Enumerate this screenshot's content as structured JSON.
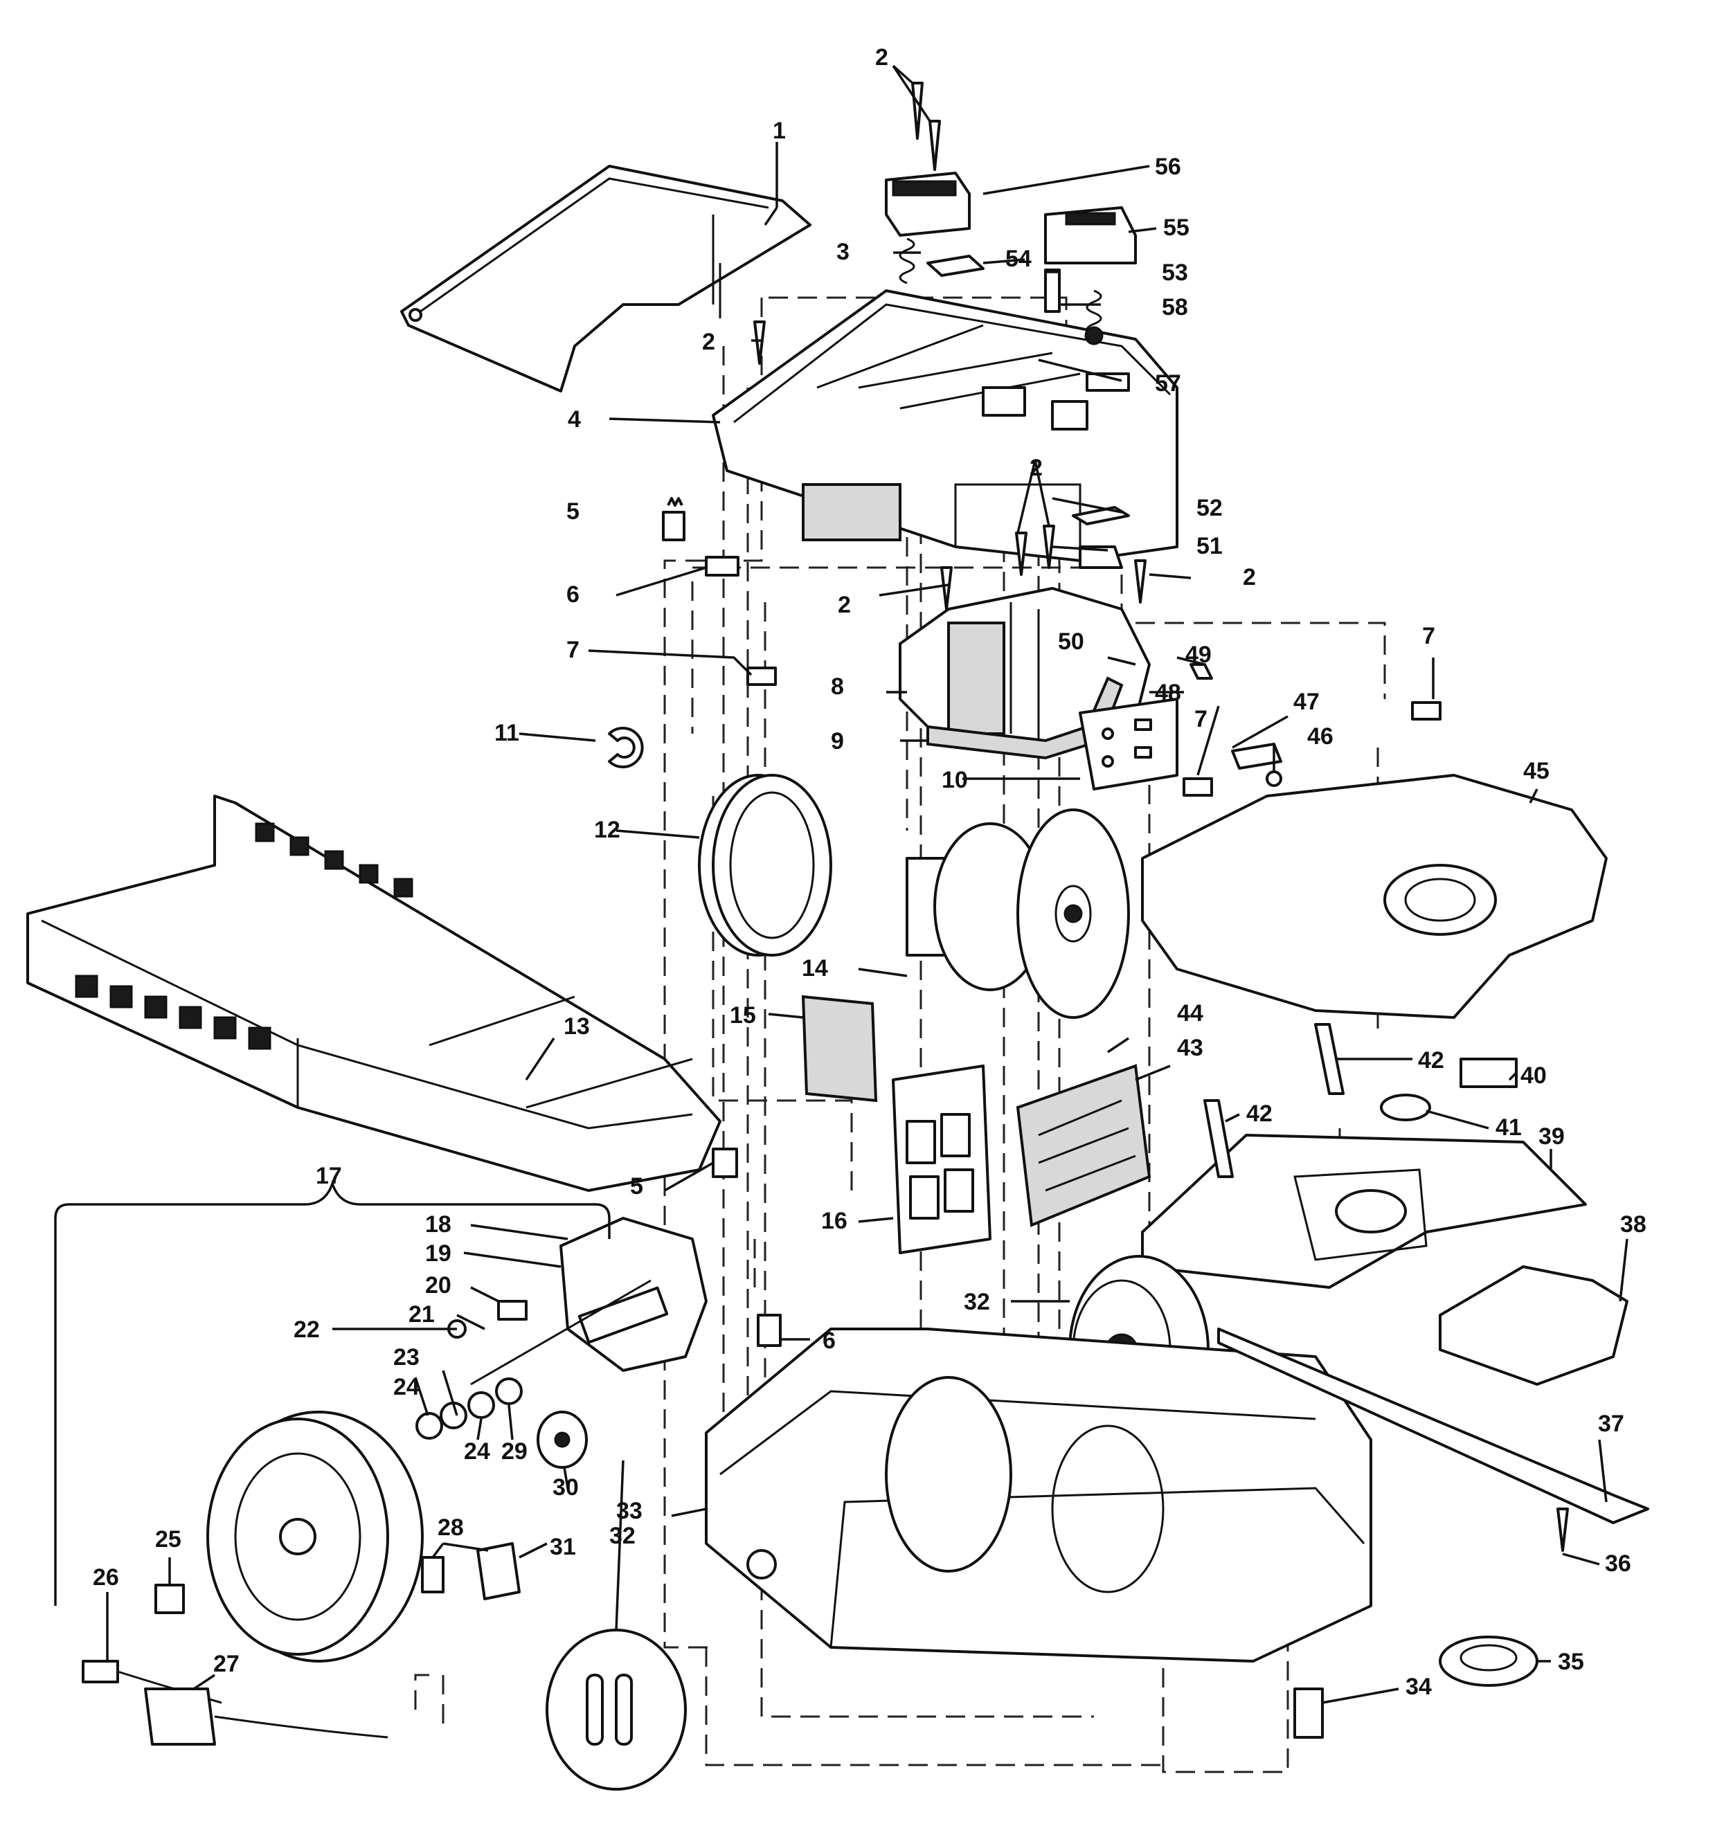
{
  "labels": {
    "c1": "1",
    "c2a": "2",
    "c2b": "2",
    "c2c": "2",
    "c2d": "2",
    "c2e": "2",
    "c3": "3",
    "c4": "4",
    "c5a": "5",
    "c5b": "5",
    "c6a": "6",
    "c6b": "6",
    "c7a": "7",
    "c7b": "7",
    "c7c": "7",
    "c8": "8",
    "c9": "9",
    "c10": "10",
    "c11": "11",
    "c12": "12",
    "c13": "13",
    "c14": "14",
    "c15": "15",
    "c16": "16",
    "c17": "17",
    "c18": "18",
    "c19": "19",
    "c20": "20",
    "c21": "21",
    "c22": "22",
    "c23": "23",
    "c24a": "24",
    "c24b": "24",
    "c25": "25",
    "c26": "26",
    "c27": "27",
    "c28": "28",
    "c29": "29",
    "c30": "30",
    "c31": "31",
    "c32a": "32",
    "c32b": "32",
    "c33": "33",
    "c34": "34",
    "c35": "35",
    "c36": "36",
    "c37": "37",
    "c38": "38",
    "c39": "39",
    "c40": "40",
    "c41": "41",
    "c42a": "42",
    "c42b": "42",
    "c43": "43",
    "c44": "44",
    "c45": "45",
    "c46": "46",
    "c47": "47",
    "c48": "48",
    "c49": "49",
    "c50": "50",
    "c51": "51",
    "c52": "52",
    "c53": "53",
    "c54": "54",
    "c55": "55",
    "c56": "56",
    "c57": "57",
    "c58": "58"
  }
}
